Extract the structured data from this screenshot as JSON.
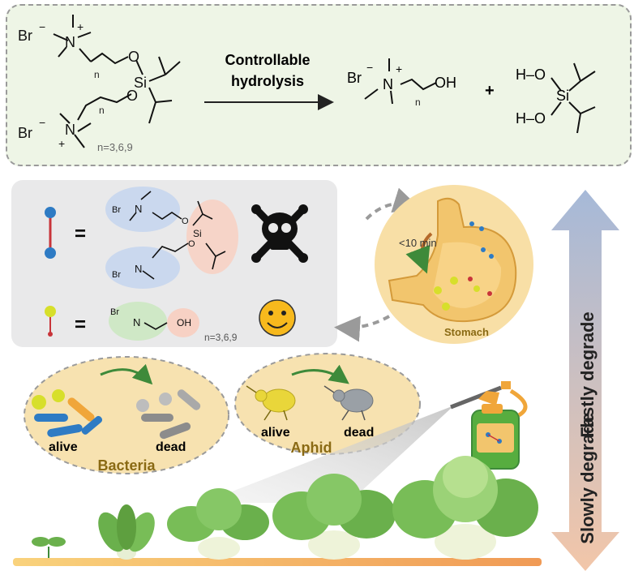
{
  "reaction": {
    "arrow_label_line1": "Controllable",
    "arrow_label_line2": "hydrolysis",
    "chain_range": "n=3,6,9",
    "plus": "+"
  },
  "chem": {
    "br": "Br",
    "n": "N",
    "o": "O",
    "si": "Si",
    "oh": "OH",
    "ho": "H–O",
    "sub_n": "n",
    "minus": "−",
    "plusc": "+"
  },
  "legend": {
    "equals": "=",
    "chain_range": "n=3,6,9"
  },
  "stomach": {
    "time_label": "<10 min",
    "label": "Stomach"
  },
  "bacteria": {
    "alive": "alive",
    "dead": "dead",
    "label": "Bacteria"
  },
  "aphid": {
    "alive": "alive",
    "dead": "dead",
    "label": "Aphid"
  },
  "degrade_axis": {
    "fast": "Fastly degrade",
    "slow": "Slowly degrade"
  },
  "colors": {
    "top_panel_bg": "#eef5e6",
    "legend_panel_bg": "#e9e9ea",
    "stomach_bg": "#f8dfa6",
    "oval_bg": "#f7e2b0",
    "label_gold": "#8a6a14",
    "arrow_top": "#a6b9d8",
    "arrow_bottom": "#f2c6a9",
    "ground": "#f2b268"
  }
}
